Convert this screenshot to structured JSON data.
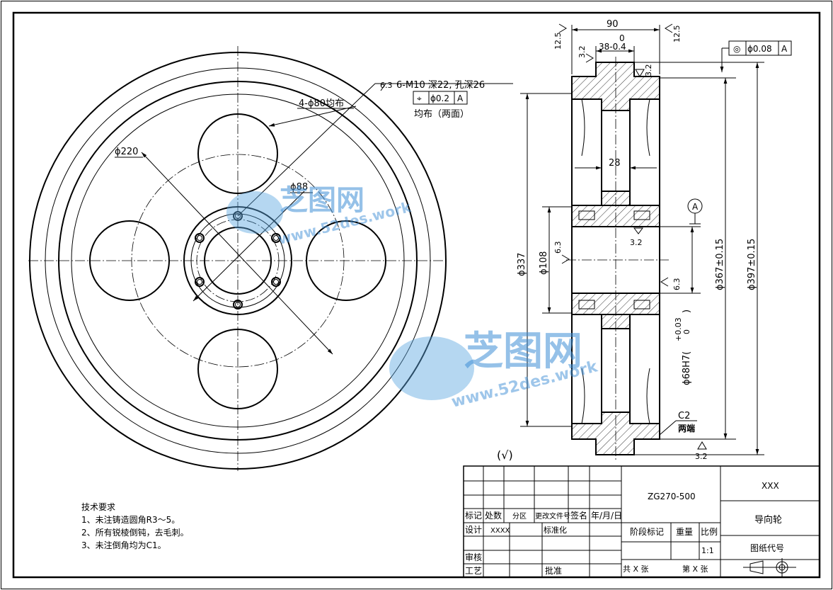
{
  "front_view": {
    "holes_note": "4-ϕ80均布",
    "pcd_label": "ϕ220",
    "hub_label": "ϕ88"
  },
  "thread_callout": {
    "roughness": "6.3",
    "spec": "6-M10  深22, 孔深26",
    "tol_symbol": "⌖",
    "tol_value": "ϕ0.2",
    "datum": "A",
    "note": "均布（两面）"
  },
  "section_view": {
    "width_top": "90",
    "roughness_left": "12.5",
    "roughness_right": "12.5",
    "tol_zero": "0",
    "rim_width": "38-0.4",
    "rough_32_a": "3.2",
    "rough_32_b": "3.2",
    "rough_32_c": "3.2",
    "rough_32_d": "3.2",
    "web_width": "28",
    "dia_337": "ϕ337",
    "dia_108": "ϕ108",
    "rough_63_a": "6.3",
    "rough_63_b": "6.3",
    "dia_367": "ϕ367±0.15",
    "dia_397": "ϕ397±0.15",
    "bore": "ϕ68H7(",
    "bore_tol_top": "+0.03",
    "bore_tol_bot": "0",
    "bore_close": ")",
    "datum_A": "A",
    "chamfer": "C2",
    "chamfer_note": "两端",
    "runout_symbol": "◎",
    "runout_value": "ϕ0.08",
    "runout_datum": "A"
  },
  "surface_mark": "(√)",
  "tech_requirements": {
    "title": "技术要求",
    "items": [
      "1、未注铸造圆角R3～5。",
      "2、所有锐棱倒钝，去毛刺。",
      "3、未注倒角均为C1。"
    ]
  },
  "title_block": {
    "material": "ZG270-500",
    "company": "XXX",
    "part_name": "导向轮",
    "drawing_no_label": "图纸代号",
    "labels": {
      "mark": "标记",
      "count": "处数",
      "zone": "分区",
      "change_doc": "更改文件号",
      "sign": "签名",
      "date": "年/月/日",
      "design": "设计",
      "designer": "XXXX",
      "standard": "标准化",
      "review": "审核",
      "process": "工艺",
      "approve": "批准",
      "stage": "阶段标记",
      "weight": "重量",
      "scale": "比例",
      "scale_value": "1:1",
      "total": "共 X 张",
      "sheet": "第 X 张"
    }
  },
  "watermark": {
    "brand": "芝图网",
    "url": "www.52des.work"
  }
}
